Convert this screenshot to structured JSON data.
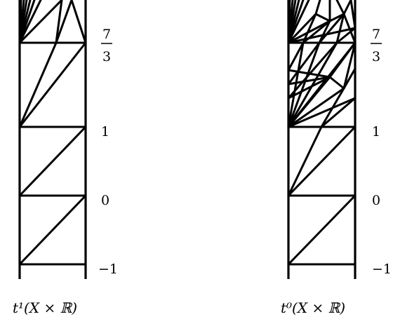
{
  "panels": [
    {
      "caption": "t¹(X × ℝ)",
      "levels": [
        {
          "label_num": "7",
          "label_den": "3"
        },
        {
          "label": "1"
        },
        {
          "label": "0"
        },
        {
          "label": "−1"
        }
      ]
    },
    {
      "caption": "t⁰(X × ℝ)",
      "levels": [
        {
          "label_num": "7",
          "label_den": "3"
        },
        {
          "label": "1"
        },
        {
          "label": "0"
        },
        {
          "label": "−1"
        }
      ]
    }
  ]
}
